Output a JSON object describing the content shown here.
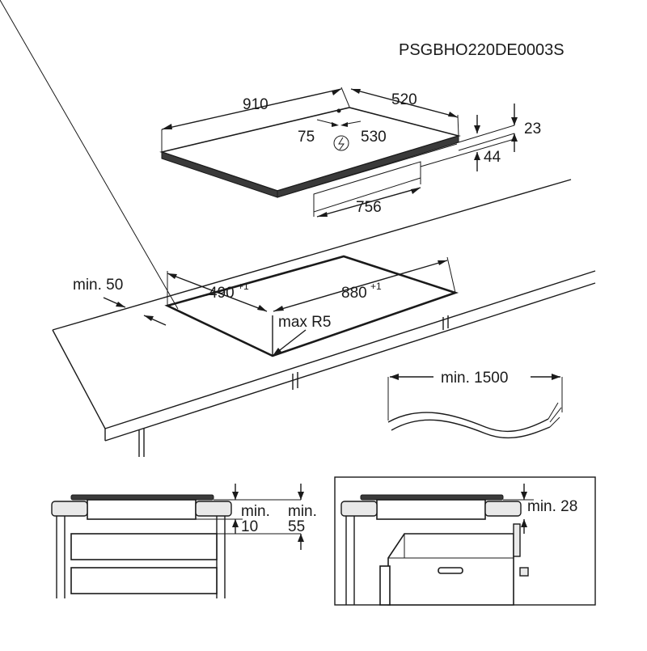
{
  "header": {
    "product_code": "PSGBHO220DE0003S"
  },
  "hob": {
    "width": "910",
    "depth": "520",
    "cable_offset_x": "75",
    "cable_offset_y": "530",
    "glass_thickness": "23",
    "total_height": "44",
    "box_width": "756",
    "power_icon": "lightning-icon"
  },
  "cutout": {
    "front_distance": "min. 50",
    "depth": "490",
    "depth_tolerance": "+1",
    "width": "880",
    "width_tolerance": "+1",
    "corner_radius": "max R5"
  },
  "cable": {
    "length": "min. 1500"
  },
  "drawer_install": {
    "gap_min_label": "min.",
    "gap_min_value": "10",
    "space_min_label": "min.",
    "space_min_value": "55"
  },
  "oven_install": {
    "clearance": "min. 28"
  }
}
